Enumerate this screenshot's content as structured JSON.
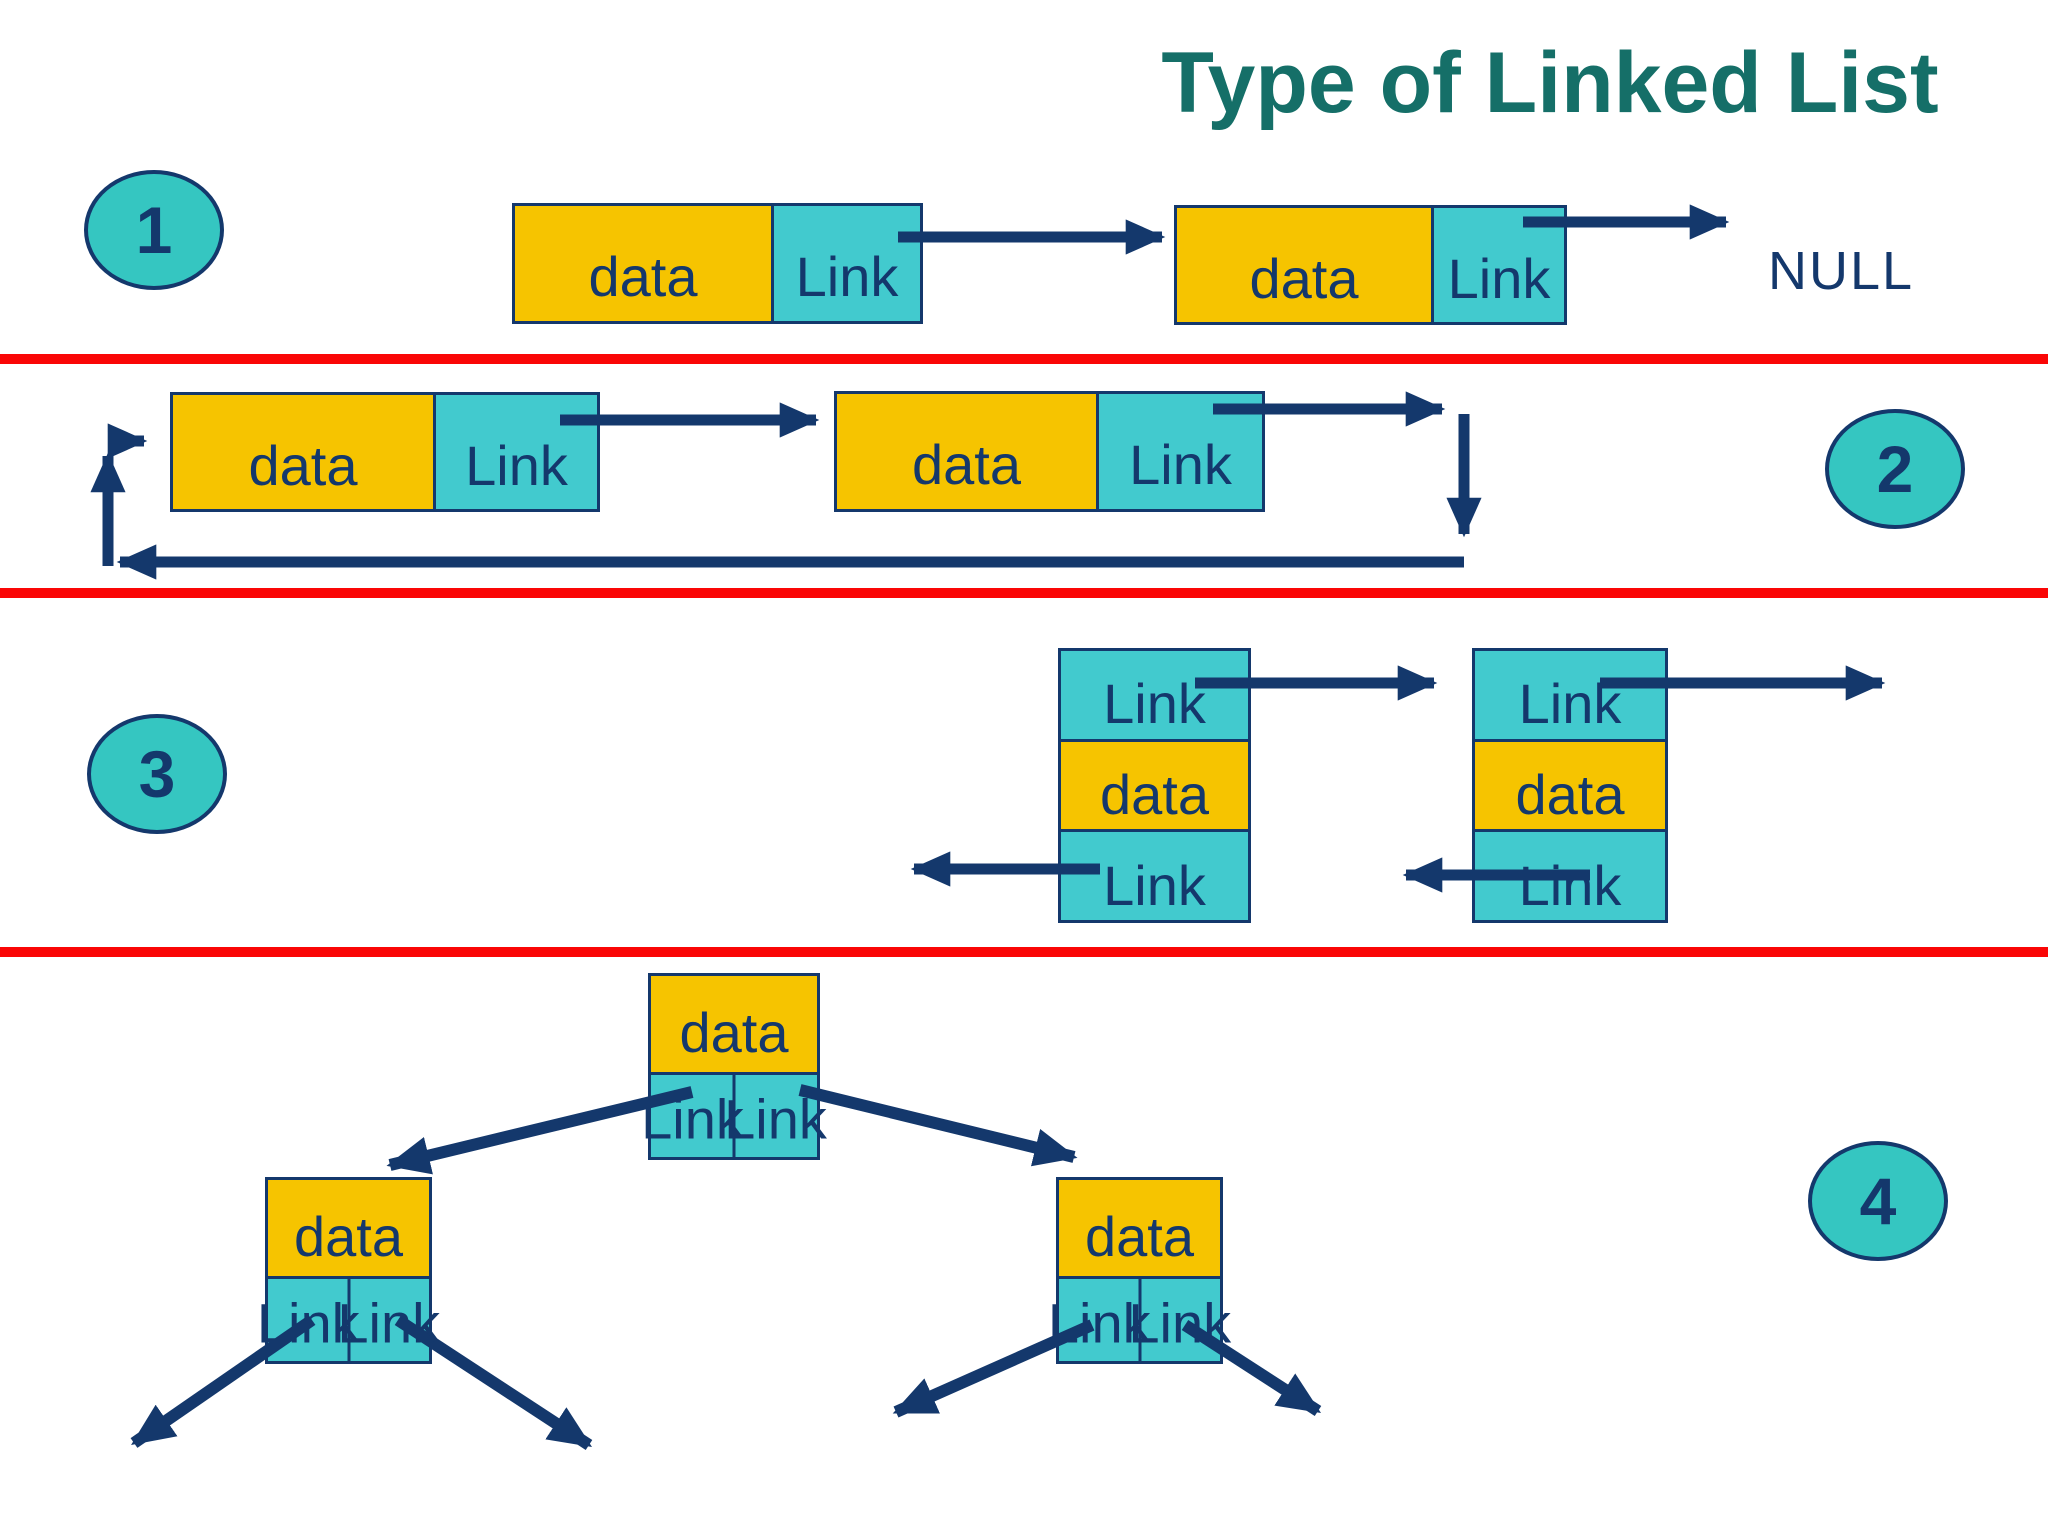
{
  "title": "Type of Linked List",
  "badges": [
    "1",
    "2",
    "3",
    "4"
  ],
  "labels": {
    "data": "data",
    "link": "Link",
    "null_label": "NULL"
  },
  "colors": {
    "title_green": "#156F68",
    "node_yellow": "#F6C400",
    "node_teal": "#42CACE",
    "badge_teal": "#35C6C1",
    "arrow_navy": "#14386C",
    "divider_red": "#FA0606",
    "background": "#FFFFFF"
  }
}
